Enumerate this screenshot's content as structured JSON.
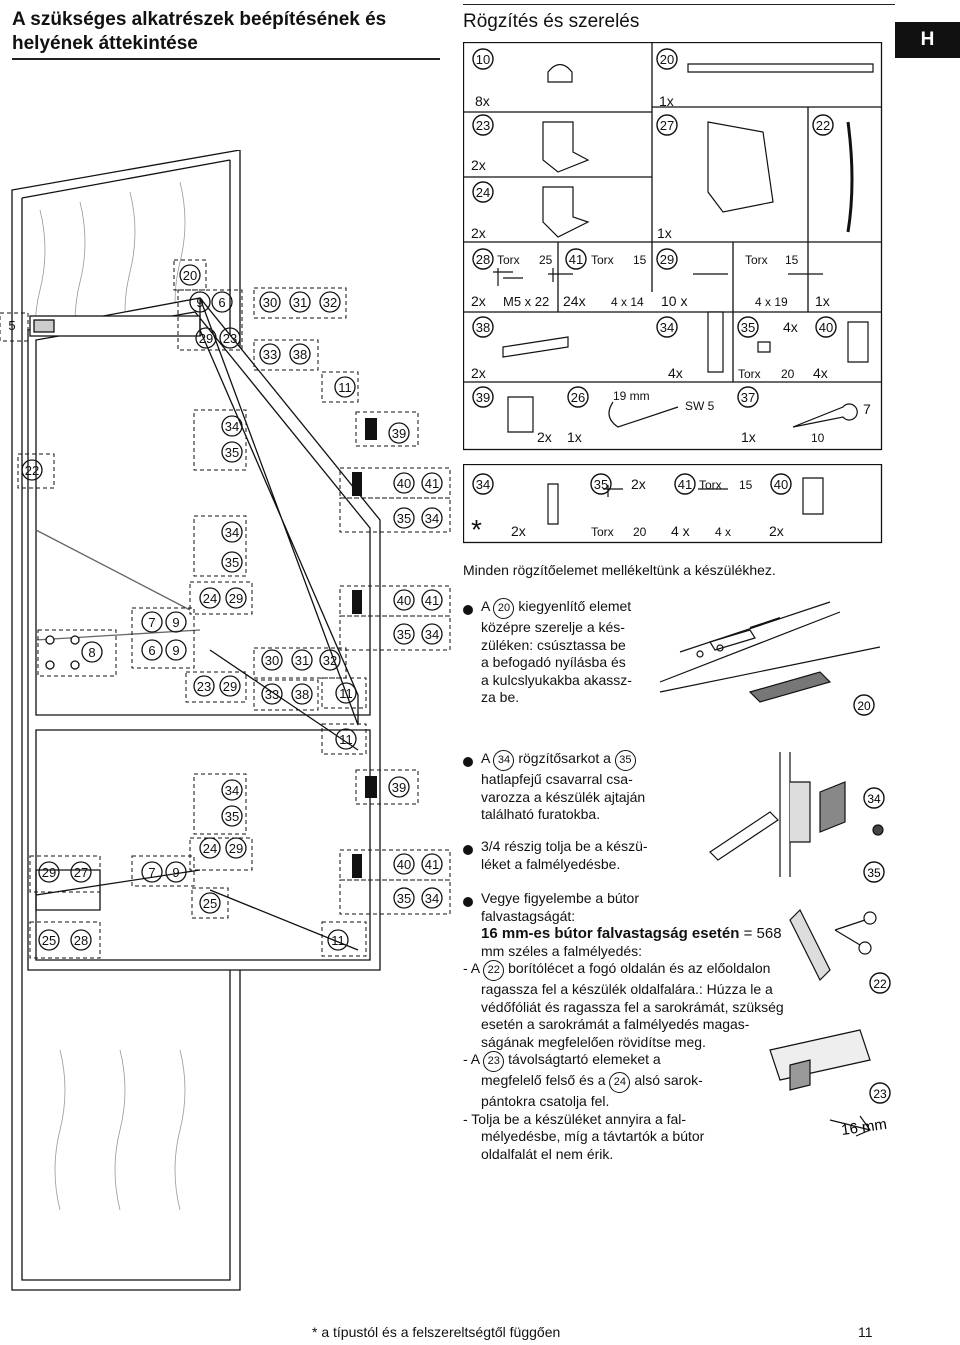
{
  "page": {
    "title_line1": "A szükséges alkatrészek beépítésének és",
    "title_line2": "helyének áttekintése",
    "section_title": "Rögzítés és szerelés",
    "language_tab": "H",
    "footer_note": "* a típustól és a felszereltségtől függően",
    "page_number": "11"
  },
  "overview_labels": {
    "n5": "5",
    "n20": "20",
    "n9": "9",
    "n6": "6",
    "n30": "30",
    "n31": "31",
    "n32": "32",
    "n29": "29",
    "n23": "23",
    "n33": "33",
    "n38": "38",
    "n11": "11",
    "n34": "34",
    "n39": "39",
    "n35": "35",
    "n22": "22",
    "n40": "40",
    "n41": "41",
    "n24": "24",
    "n7": "7",
    "n8": "8",
    "n27": "27",
    "n25": "25",
    "n28": "28"
  },
  "parts": {
    "r1_c10": "10",
    "r1_c20": "20",
    "r1_q1": "8x",
    "r1_q2": "1x",
    "r2_c23": "23",
    "r2_c27": "27",
    "r2_c22": "22",
    "r2_q1": "2x",
    "r3_c24": "24",
    "r3_q1": "2x",
    "r3_q2": "1x",
    "r4_c28": "28",
    "r4_torx1": "Torx",
    "r4_torx1n": "25",
    "r4_c41": "41",
    "r4_torx2": "Torx",
    "r4_torx2n": "15",
    "r4_c29": "29",
    "r4_torx3": "Torx",
    "r4_torx3n": "15",
    "r4_q1": "2x",
    "r4_m5": "M5 x 22",
    "r4_q2": "24x",
    "r4_d1": "4 x 14",
    "r4_q3": "10 x",
    "r4_d2": "4 x 19",
    "r4_q4": "1x",
    "r5_c38": "38",
    "r5_c34": "34",
    "r5_c35": "35",
    "r5_q4x": "4x",
    "r5_c40": "40",
    "r5_q1": "2x",
    "r5_q2": "4x",
    "r5_torx": "Torx",
    "r5_torxn": "20",
    "r5_q3": "4x",
    "r6_c39": "39",
    "r6_c26": "26",
    "r6_mm": "19 mm",
    "r6_sw": "SW 5",
    "r6_c37": "37",
    "r6_7": "7",
    "r6_q1": "2x",
    "r6_q2": "1x",
    "r6_q3": "1x",
    "r6_10": "10",
    "opt_c34": "34",
    "opt_c35": "35",
    "opt_q2x": "2x",
    "opt_c41": "41",
    "opt_torx": "Torx",
    "opt_torxn": "15",
    "opt_c40": "40",
    "opt_star": "*",
    "opt_q1": "2x",
    "opt_torx2": "Torx",
    "opt_torx2n": "20",
    "opt_q3": "4 x",
    "opt_d": "4 x",
    "opt_q4": "2x"
  },
  "instructions": {
    "note": "Minden rögzítőelemet mellékeltünk a készülékhez.",
    "b1_l1_a": "A",
    "b1_l1_num": "20",
    "b1_l1_b": "kiegyenlítő elemet",
    "b1_l2": "középre szerelje a kés-",
    "b1_l3": "züléken: csúsztassa be",
    "b1_l4": "a befogadó nyílásba és",
    "b1_l5": "a kulcslyukakba akassz-",
    "b1_l6": "za be.",
    "fig1_label": "20",
    "b2_l1_a": "A",
    "b2_l1_num1": "34",
    "b2_l1_b": "rögzítősarkot a",
    "b2_l1_num2": "35",
    "b2_l2": "hatlapfejű csavarral csa-",
    "b2_l3": "varozza a készülék ajtaján",
    "b2_l4": "található furatokba.",
    "fig2_label1": "34",
    "fig2_label2": "35",
    "b3_l1": "3/4 részig tolja be a készü-",
    "b3_l2": "léket a falmélyedésbe.",
    "b4_l1": "Vegye figyelembe a bútor",
    "b4_l2": "falvastagságát:",
    "b4_l3_bold": "16 mm-es bútor falvastagság esetén",
    "b4_l3_rest": " = 568",
    "b4_l4": "mm széles a falmélyedés:",
    "d1_l1_a": "- A",
    "d1_num": "22",
    "d1_l1_b": "borítólécet a fogó oldalán és az előoldalon",
    "d1_l2": "ragassza fel a készülék oldalfalára.: Húzza le a",
    "d1_l3": "védőfóliát és ragassza fel a sarokrámát, szükség",
    "d1_l4": "esetén a sarokrámát a falmélyedés magas-",
    "d1_l5": "ságának megfelelően rövidítse meg.",
    "d2_l1_a": "- A",
    "d2_num1": "23",
    "d2_l1_b": "távolságtartó elemeket a",
    "d2_l2_a": "megfelelő felső és a",
    "d2_num2": "24",
    "d2_l2_b": "alsó sarok-",
    "d2_l3": "pántokra csatolja fel.",
    "d3_l1": "- Tolja be a készüléket annyira a fal-",
    "d3_l2": "mélyedésbe, míg a távtartók a bútor",
    "d3_l3": "oldalfalát el nem érik.",
    "fig3_label22": "22",
    "fig3_label23": "23",
    "fig3_16mm": "16 mm"
  }
}
